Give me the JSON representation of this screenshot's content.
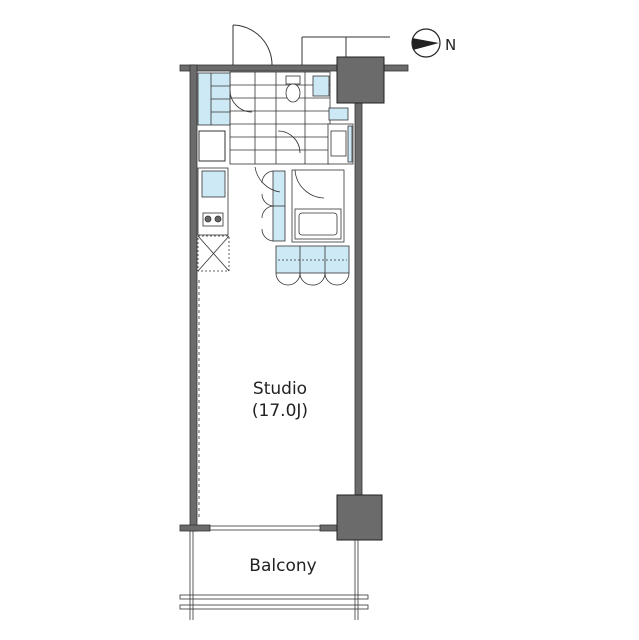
{
  "rooms": {
    "studio_label": "Studio",
    "studio_size": "(17.0J)",
    "balcony_label": "Balcony"
  },
  "compass": {
    "label": "N"
  },
  "colors": {
    "wall": "#6b6b6b",
    "column": "#6b6b6b",
    "fixture": "#cde9f5",
    "line": "#333333"
  }
}
